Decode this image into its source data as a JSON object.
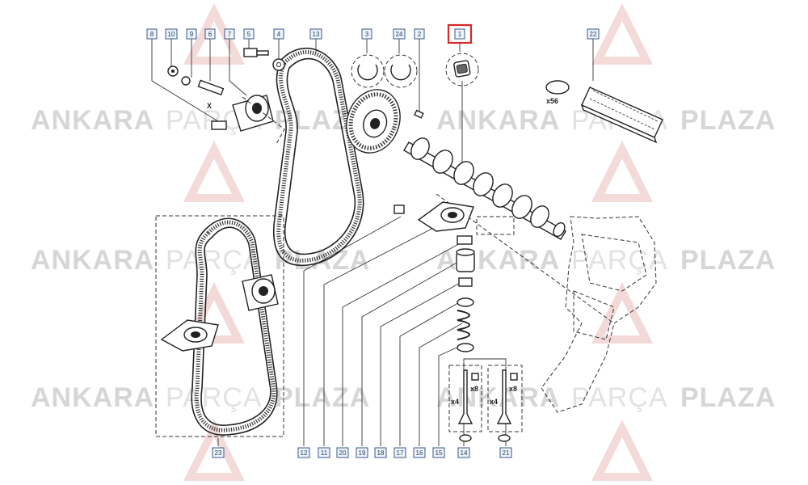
{
  "watermark": {
    "brand_left": "ANKARA",
    "brand_mid": "PARÇA",
    "brand_right": "PLAZA"
  },
  "callouts": [
    {
      "id": "c8",
      "label": "8"
    },
    {
      "id": "c10",
      "label": "10"
    },
    {
      "id": "c9",
      "label": "9"
    },
    {
      "id": "c6",
      "label": "6"
    },
    {
      "id": "c7",
      "label": "7"
    },
    {
      "id": "c5",
      "label": "5"
    },
    {
      "id": "c4",
      "label": "4"
    },
    {
      "id": "c13",
      "label": "13"
    },
    {
      "id": "c3",
      "label": "3"
    },
    {
      "id": "c24",
      "label": "24"
    },
    {
      "id": "c2",
      "label": "2"
    },
    {
      "id": "c1",
      "label": "1"
    },
    {
      "id": "c22",
      "label": "22"
    },
    {
      "id": "c23",
      "label": "23"
    },
    {
      "id": "c12",
      "label": "12"
    },
    {
      "id": "c11",
      "label": "11"
    },
    {
      "id": "c20",
      "label": "20"
    },
    {
      "id": "c19",
      "label": "19"
    },
    {
      "id": "c18",
      "label": "18"
    },
    {
      "id": "c17",
      "label": "17"
    },
    {
      "id": "c16",
      "label": "16"
    },
    {
      "id": "c15",
      "label": "15"
    },
    {
      "id": "c14",
      "label": "14"
    },
    {
      "id": "c21",
      "label": "21"
    }
  ],
  "highlight_color": "#d62828",
  "labels": {
    "x_mark": "X",
    "qty_shims": "x56",
    "qty_valve_left": "x4",
    "qty_valve_right": "x4",
    "qty_keeper_left": "x8",
    "qty_keeper_right": "x8"
  }
}
